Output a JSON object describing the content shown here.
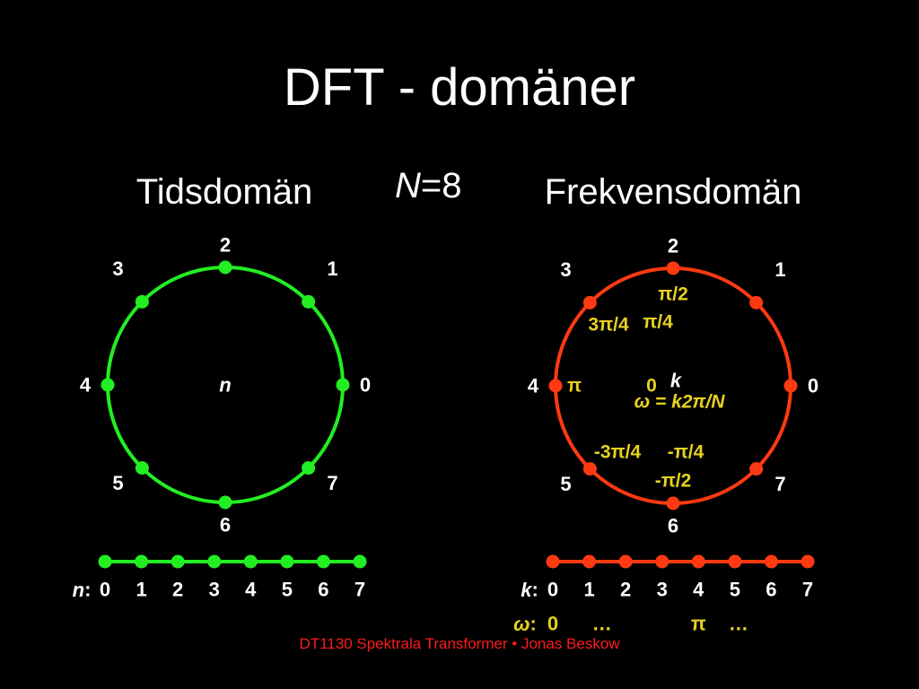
{
  "slide": {
    "title": "DFT - domäner",
    "time_heading": "Tidsdomän",
    "n_symbol": "N",
    "n_value": "=8",
    "freq_heading": "Frekvensdomän",
    "footer": "DT1130 Spektrala Transformer  • Jonas Beskow"
  },
  "colors": {
    "background": "#000000",
    "time_domain": "#22ee22",
    "freq_domain": "#ff3a12",
    "annotation": "#e6d21e",
    "text": "#ffffff",
    "footer": "#ff1a1a"
  },
  "time_circle": {
    "center_label": "n",
    "indices": [
      "0",
      "1",
      "2",
      "3",
      "4",
      "5",
      "6",
      "7"
    ]
  },
  "freq_circle": {
    "center_label": "k",
    "formula": "ω = k2π/N",
    "indices": [
      "0",
      "1",
      "2",
      "3",
      "4",
      "5",
      "6",
      "7"
    ],
    "angles": [
      "0",
      "π/4",
      "π/2",
      "3π/4",
      "π",
      "-3π/4",
      "-π/2",
      "-π/4"
    ]
  },
  "time_line": {
    "axis_label": "n",
    "values": [
      "0",
      "1",
      "2",
      "3",
      "4",
      "5",
      "6",
      "7"
    ]
  },
  "freq_line": {
    "axis_label": "k",
    "values": [
      "0",
      "1",
      "2",
      "3",
      "4",
      "5",
      "6",
      "7"
    ],
    "omega_label": "ω",
    "omega_values": [
      {
        "text": "0",
        "at_k": 0
      },
      {
        "text": "…",
        "at_k": 1.35
      },
      {
        "text": "π",
        "at_k": 4
      },
      {
        "text": "…",
        "at_k": 5.1
      }
    ]
  }
}
